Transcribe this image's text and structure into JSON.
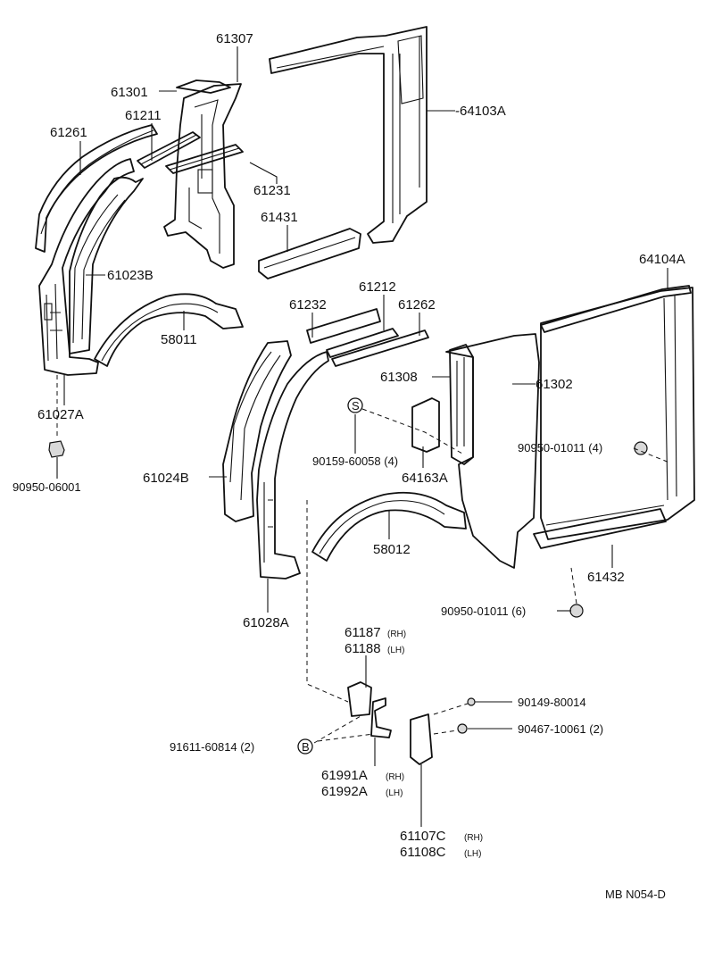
{
  "parts": {
    "p61307": "61307",
    "p61301": "61301",
    "p61211": "61211",
    "p61261": "61261",
    "p64103A": "-64103A",
    "p61231": "61231",
    "p61431": "61431",
    "p61023B": "61023B",
    "p58011": "58011",
    "p61027A": "61027A",
    "p90950_06001": "90950-06001",
    "p64104A": "64104A",
    "p61232": "61232",
    "p61212": "61212",
    "p61262": "61262",
    "p61308": "61308",
    "p61302": "61302",
    "p90159": "90159-60058 (4)",
    "p90950_01011a": "90950-01011 (4)",
    "p61024B": "61024B",
    "p64163A": "64163A",
    "p58012": "58012",
    "p61432": "61432",
    "p90950_01011b": "90950-01011 (6)",
    "p61028A": "61028A",
    "p61187": "61187",
    "p61187_side": "(RH)",
    "p61188": "61188",
    "p61188_side": "(LH)",
    "p90149": "90149-80014",
    "p90467": "90467-10061 (2)",
    "p91611": "91611-60814 (2)",
    "p61991A": "61991A",
    "p61991A_side": "(RH)",
    "p61992A": "61992A",
    "p61992A_side": "(LH)",
    "p61107C": "61107C",
    "p61107C_side": "(RH)",
    "p61108C": "61108C",
    "p61108C_side": "(LH)"
  },
  "symbols": {
    "s_letter": "S",
    "b_letter": "B"
  },
  "footer": {
    "code": "MB  N054-D"
  }
}
